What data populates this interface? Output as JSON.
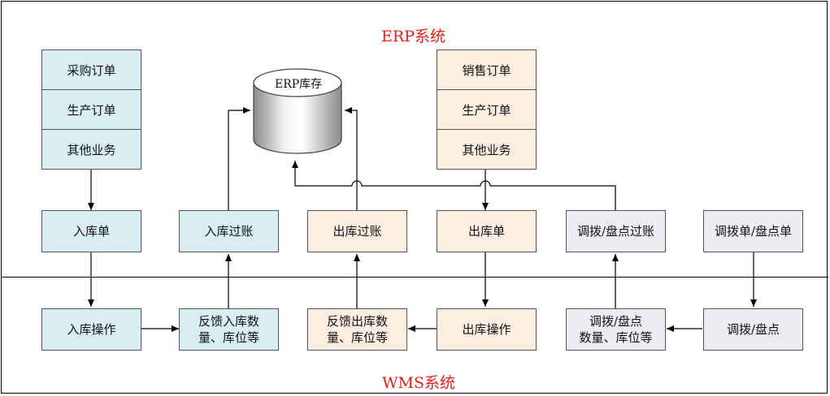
{
  "titles": {
    "erp": "ERP系统",
    "wms": "WMS系统"
  },
  "erp_inventory": "ERP库存",
  "purchase_stack": [
    "采购订单",
    "生产订单",
    "其他业务"
  ],
  "sales_stack": [
    "销售订单",
    "生产订单",
    "其他业务"
  ],
  "erp_row": {
    "inbound_order": "入库单",
    "inbound_posting": "入库过账",
    "outbound_posting": "出库过账",
    "outbound_order": "出库单",
    "transfer_posting": "调拨/盘点过账",
    "transfer_order": "调拨单/盘点单"
  },
  "wms_row": {
    "inbound_op": "入库操作",
    "feedback_in": [
      "反馈入库数",
      "量、库位等"
    ],
    "feedback_out": [
      "反馈出库数",
      "量、库位等"
    ],
    "outbound_op": "出库操作",
    "transfer_feedback": [
      "调拨/盘点",
      "数量、库位等"
    ],
    "transfer_op": "调拨/盘点"
  },
  "colors": {
    "title": "#e0201b",
    "blue_fill": "#d8eef3",
    "peach_fill": "#fdeee2",
    "lavender_fill": "#eeecf3"
  }
}
